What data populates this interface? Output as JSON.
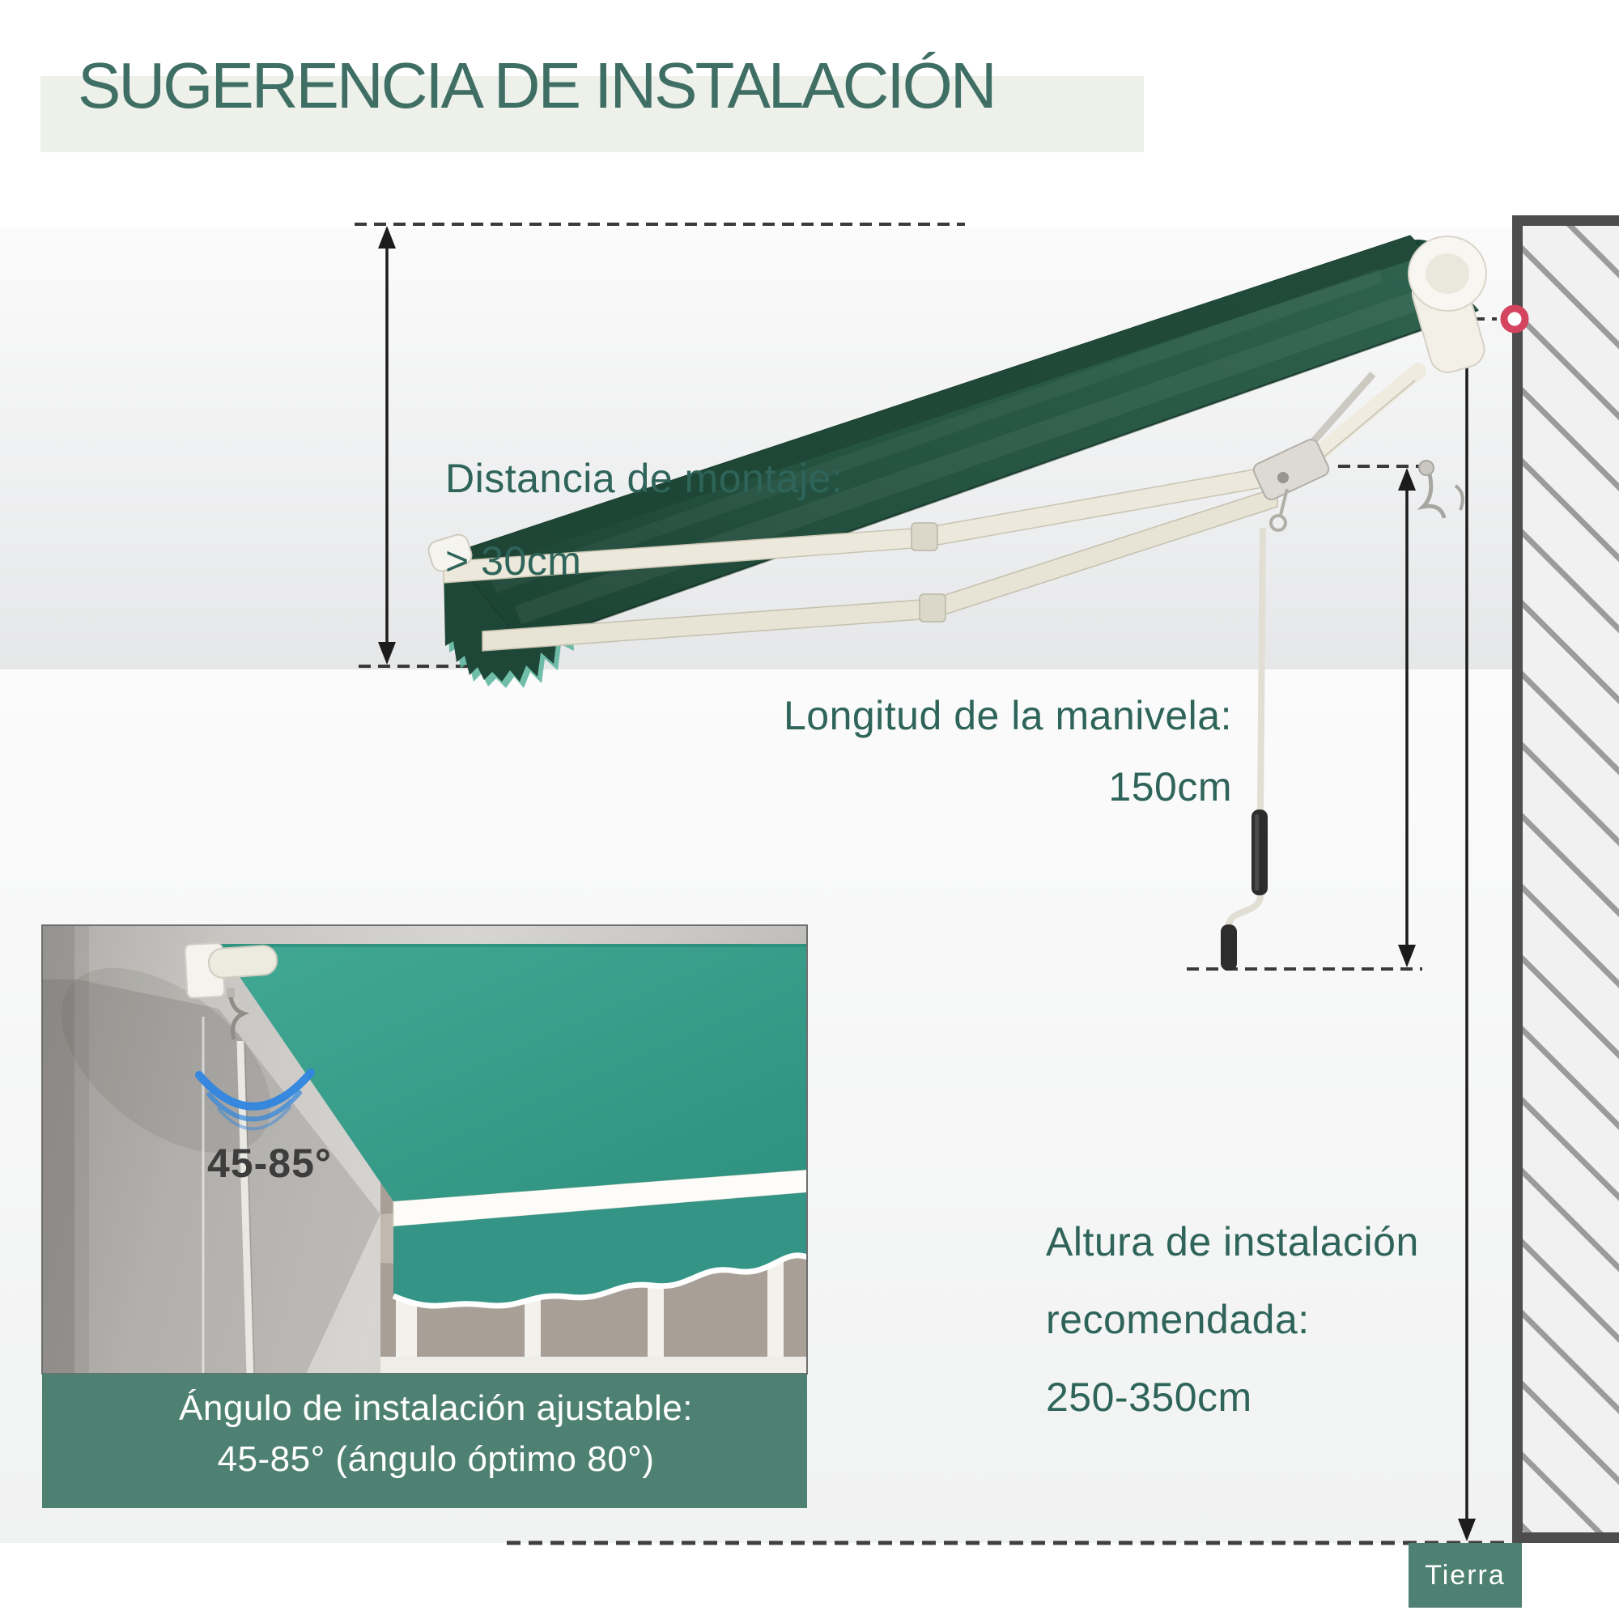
{
  "page": {
    "title": "SUGERENCIA DE INSTALACIÓN"
  },
  "measurements": {
    "mounting_distance": {
      "label": "Distancia de montaje:",
      "value": "> 30cm"
    },
    "crank_length": {
      "label": "Longitud de la manivela:",
      "value": "150cm"
    },
    "recommended_height": {
      "line1": "Altura de instalación",
      "line2": "recomendada:",
      "line3": "250-350cm"
    },
    "adjustable_angle": {
      "badge": "45-85°",
      "caption_line1": "Ángulo de instalación ajustable:",
      "caption_line2": "45-85° (ángulo óptimo 80°)"
    },
    "ground_label": "Tierra"
  },
  "colors": {
    "accent_text_teal": "#2e6459",
    "title_teal": "#3f6f64",
    "title_band_bg": "#eef0ea",
    "overlay_green": "#4e8172",
    "awning_fabric_dark_green": "#24523f",
    "inset_awning_teal": "#3aa18d",
    "angle_arc_blue": "#2f86e0",
    "mount_point_red": "#d4445f",
    "wall_border_gray": "#4d4d4d",
    "dash_gray": "#3a3a3a"
  }
}
